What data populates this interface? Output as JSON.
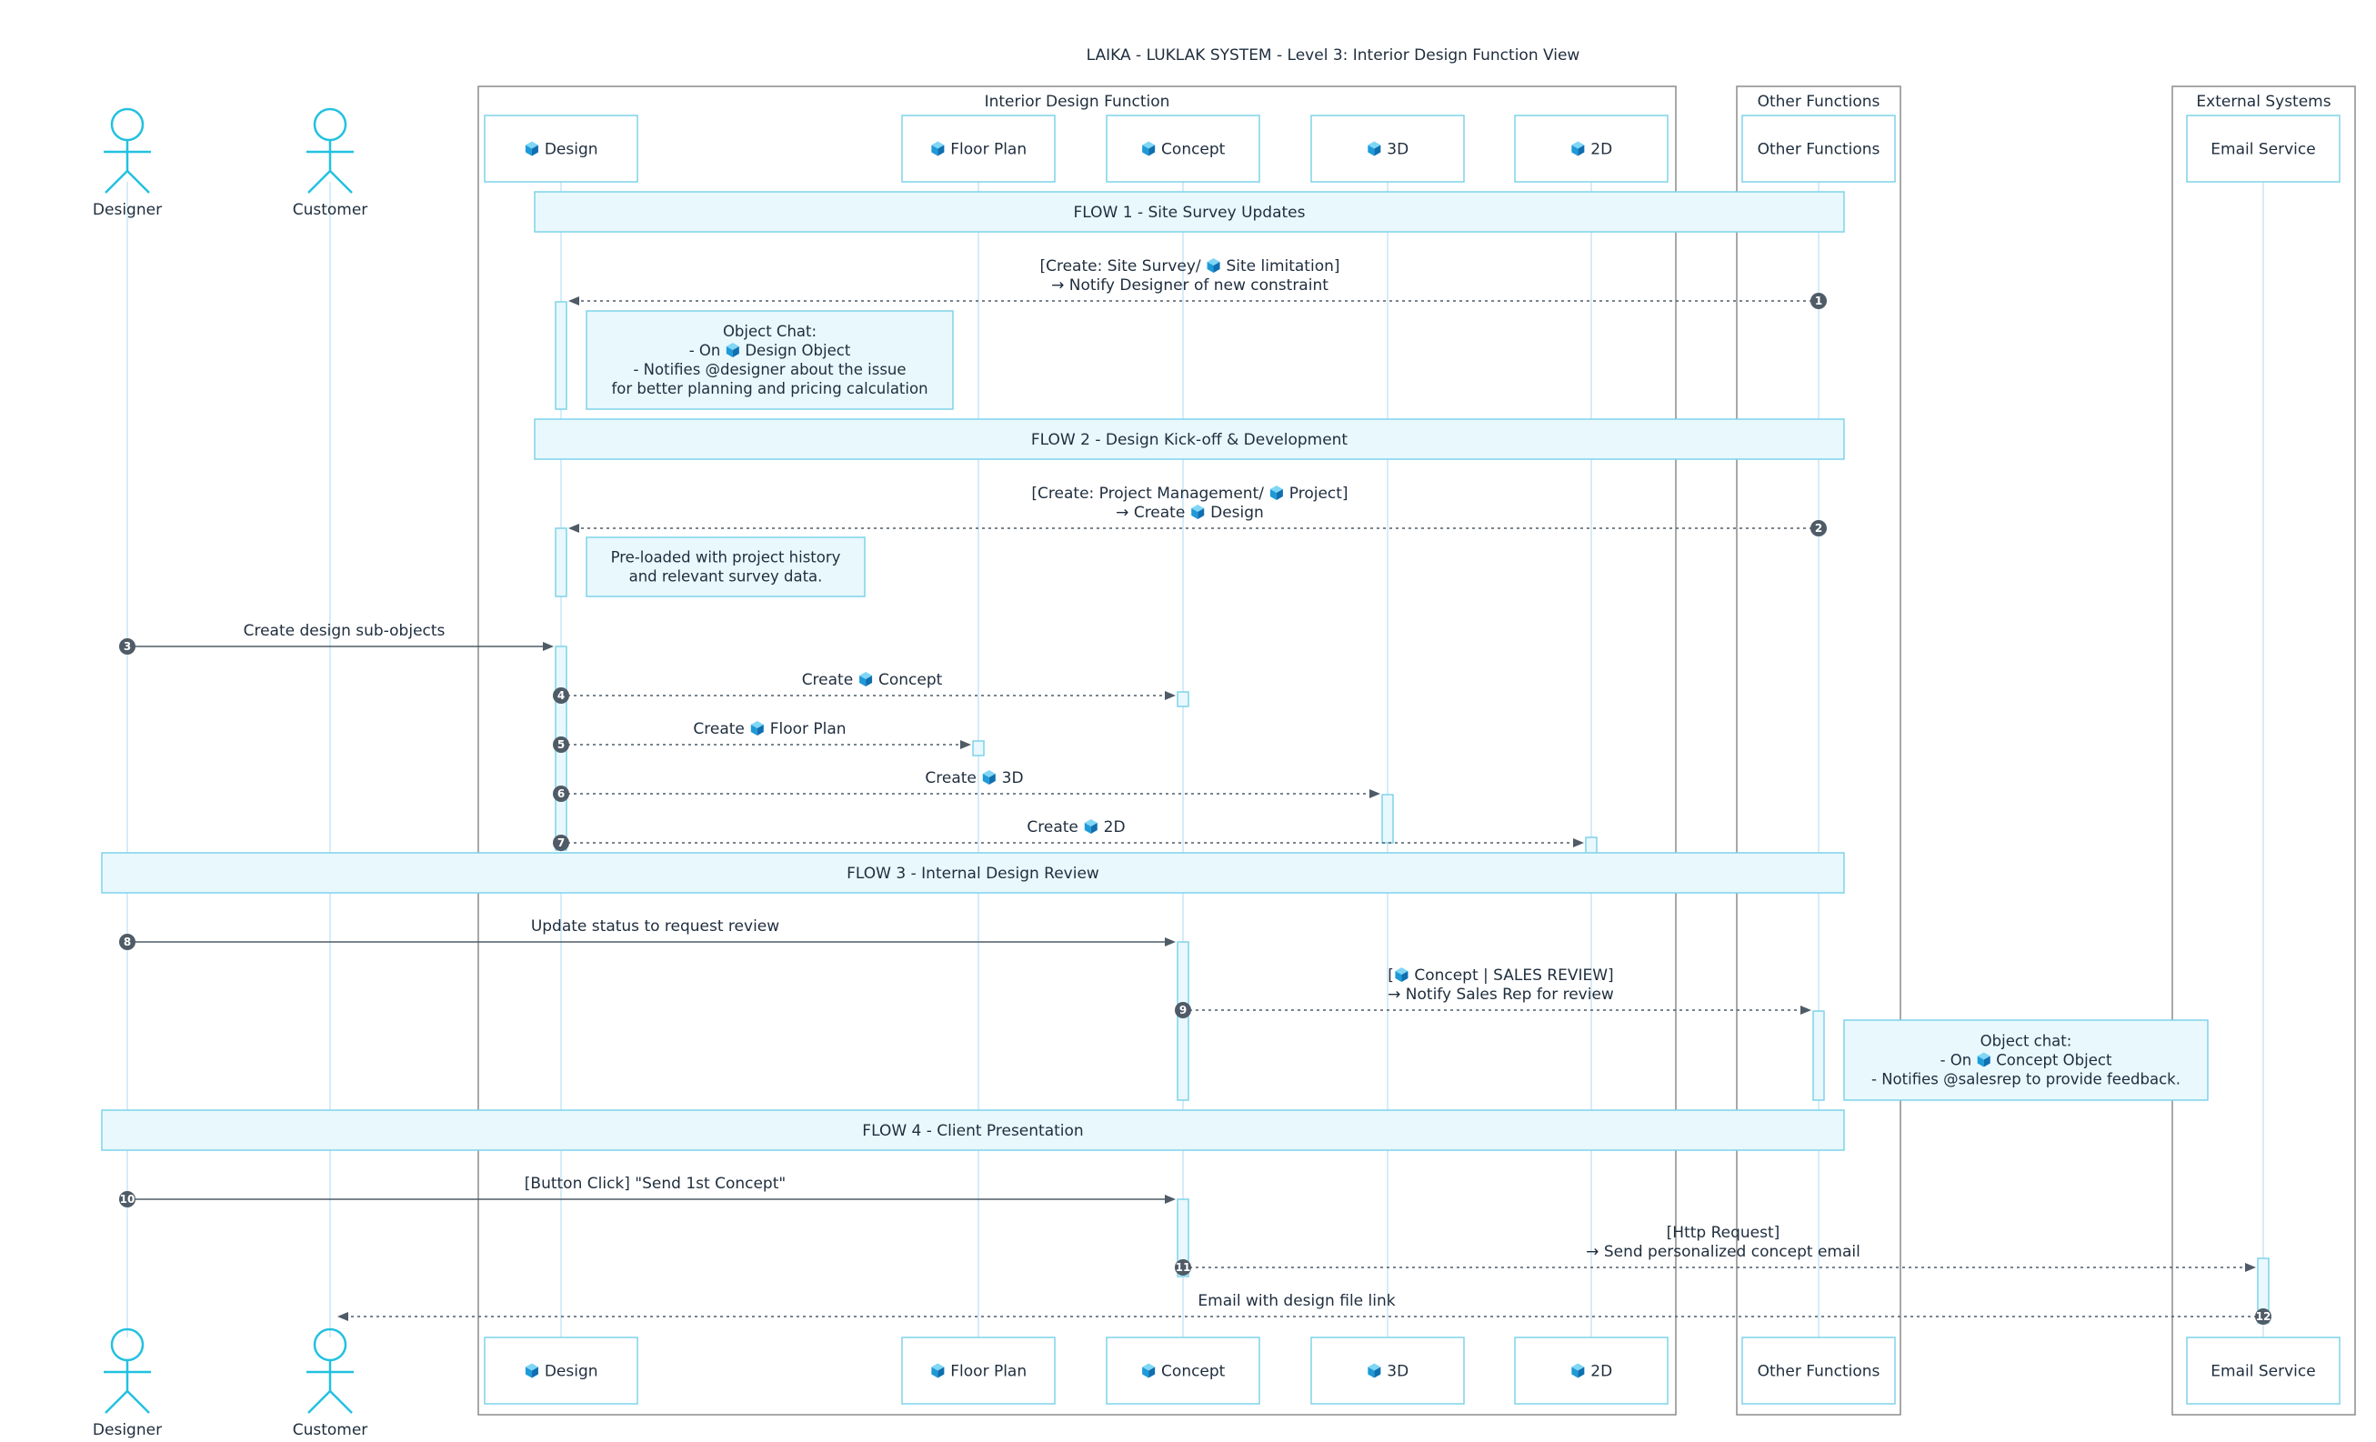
{
  "title": "LAIKA - LUKLAK SYSTEM - Level 3: Interior Design Function View",
  "colors": {
    "accent": "#22c1e0",
    "box_border": "#7fd3ea",
    "note_fill": "#e8f8fd",
    "line": "#4f5b66",
    "icon": "#1e9ad8"
  },
  "icon": "cube-icon",
  "groups": [
    {
      "id": "g-idf",
      "label": "Interior Design Function"
    },
    {
      "id": "g-other",
      "label": "Other Functions"
    },
    {
      "id": "g-ext",
      "label": "External Systems"
    }
  ],
  "actors": [
    {
      "id": "designer",
      "label": "Designer"
    },
    {
      "id": "customer",
      "label": "Customer"
    }
  ],
  "participants": [
    {
      "id": "design",
      "label": "Design",
      "icon": true
    },
    {
      "id": "floorplan",
      "label": "Floor Plan",
      "icon": true
    },
    {
      "id": "concept",
      "label": "Concept",
      "icon": true
    },
    {
      "id": "d3",
      "label": "3D",
      "icon": true
    },
    {
      "id": "d2",
      "label": "2D",
      "icon": true
    },
    {
      "id": "other",
      "label": "Other Functions",
      "icon": false
    },
    {
      "id": "email",
      "label": "Email Service",
      "icon": false
    }
  ],
  "flows": [
    {
      "id": "flow1",
      "label": "FLOW 1 - Site Survey Updates"
    },
    {
      "id": "flow2",
      "label": "FLOW 2 - Design Kick-off & Development"
    },
    {
      "id": "flow3",
      "label": "FLOW 3 - Internal Design Review"
    },
    {
      "id": "flow4",
      "label": "FLOW 4 - Client Presentation"
    }
  ],
  "messages": [
    {
      "num": "1",
      "from": "other",
      "to": "design",
      "style": "dotted",
      "lines": [
        [
          {
            "t": "[Create: Site Survey/ "
          },
          {
            "icon": true
          },
          {
            "t": " Site limitation]"
          }
        ],
        [
          {
            "t": "→ Notify Designer of new constraint"
          }
        ]
      ]
    },
    {
      "num": "2",
      "from": "other",
      "to": "design",
      "style": "dotted",
      "lines": [
        [
          {
            "t": "[Create: Project Management/ "
          },
          {
            "icon": true
          },
          {
            "t": " Project]"
          }
        ],
        [
          {
            "t": "→ Create "
          },
          {
            "icon": true
          },
          {
            "t": " Design"
          }
        ]
      ]
    },
    {
      "num": "3",
      "from": "designer",
      "to": "design",
      "style": "solid",
      "lines": [
        [
          {
            "t": "Create design sub-objects"
          }
        ]
      ]
    },
    {
      "num": "4",
      "from": "design",
      "to": "concept",
      "style": "dotted",
      "lines": [
        [
          {
            "t": "Create "
          },
          {
            "icon": true
          },
          {
            "t": " Concept"
          }
        ]
      ]
    },
    {
      "num": "5",
      "from": "design",
      "to": "floorplan",
      "style": "dotted",
      "lines": [
        [
          {
            "t": "Create "
          },
          {
            "icon": true
          },
          {
            "t": " Floor Plan"
          }
        ]
      ]
    },
    {
      "num": "6",
      "from": "design",
      "to": "d3",
      "style": "dotted",
      "lines": [
        [
          {
            "t": "Create "
          },
          {
            "icon": true
          },
          {
            "t": " 3D"
          }
        ]
      ]
    },
    {
      "num": "7",
      "from": "design",
      "to": "d2",
      "style": "dotted",
      "lines": [
        [
          {
            "t": "Create "
          },
          {
            "icon": true
          },
          {
            "t": " 2D"
          }
        ]
      ]
    },
    {
      "num": "8",
      "from": "designer",
      "to": "concept",
      "style": "solid",
      "lines": [
        [
          {
            "t": "Update status to request review"
          }
        ]
      ]
    },
    {
      "num": "9",
      "from": "concept",
      "to": "other",
      "style": "dotted",
      "lines": [
        [
          {
            "t": "["
          },
          {
            "icon": true
          },
          {
            "t": " Concept | SALES REVIEW]"
          }
        ],
        [
          {
            "t": "→ Notify Sales Rep for review"
          }
        ]
      ]
    },
    {
      "num": "10",
      "from": "designer",
      "to": "concept",
      "style": "solid",
      "lines": [
        [
          {
            "t": "[Button Click] \"Send 1st Concept\""
          }
        ]
      ]
    },
    {
      "num": "11",
      "from": "concept",
      "to": "email",
      "style": "dotted",
      "lines": [
        [
          {
            "t": "[Http Request]"
          }
        ],
        [
          {
            "t": "→ Send personalized concept email"
          }
        ]
      ]
    },
    {
      "num": "12",
      "from": "email",
      "to": "customer",
      "style": "dotted",
      "lines": [
        [
          {
            "t": "Email with design file link"
          }
        ]
      ]
    }
  ],
  "notes": [
    {
      "id": "note1",
      "lines": [
        [
          {
            "t": "Object Chat:"
          }
        ],
        [
          {
            "t": "- On "
          },
          {
            "icon": true
          },
          {
            "t": " Design Object"
          }
        ],
        [
          {
            "t": "- Notifies @designer about the issue"
          }
        ],
        [
          {
            "t": "for better planning and pricing calculation"
          }
        ]
      ]
    },
    {
      "id": "note2",
      "lines": [
        [
          {
            "t": "Pre-loaded with project history"
          }
        ],
        [
          {
            "t": "and relevant survey data."
          }
        ]
      ]
    },
    {
      "id": "note3",
      "lines": [
        [
          {
            "t": "Object chat:"
          }
        ],
        [
          {
            "t": "- On "
          },
          {
            "icon": true
          },
          {
            "t": " Concept Object"
          }
        ],
        [
          {
            "t": "- Notifies @salesrep to provide feedback."
          }
        ]
      ]
    }
  ]
}
